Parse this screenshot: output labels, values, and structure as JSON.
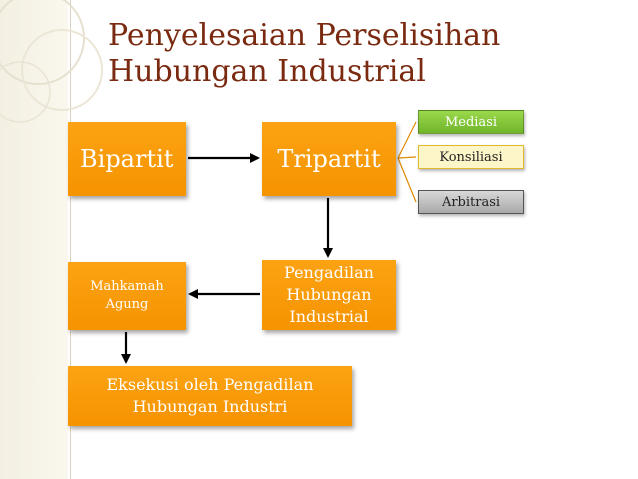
{
  "title": "Penyelesaian Perselisihan Hubungan Industrial",
  "nodes": {
    "bipartit": "Bipartit",
    "tripartit": "Tripartit",
    "mediasi": "Mediasi",
    "konsiliasi": "Konsiliasi",
    "arbitrasi": "Arbitrasi",
    "pengadilan": [
      "Pengadilan",
      "Hubungan",
      "Industrial"
    ],
    "mahkamah": [
      "Mahkamah",
      "Agung"
    ],
    "eksekusi": [
      "Eksekusi oleh Pengadilan",
      "Hubungan Industri"
    ]
  },
  "colors": {
    "title": "#7a2a10",
    "box": "#f59b0b",
    "mediasi": "#7ec33a",
    "konsiliasi": "#fdf6c9",
    "arbitrasi": "#bfbfbf"
  }
}
